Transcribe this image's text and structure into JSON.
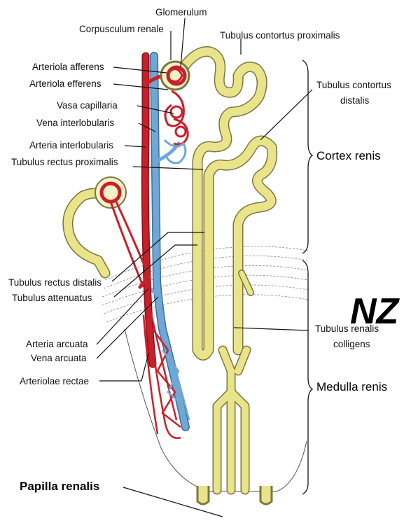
{
  "colors": {
    "artery": "#c8202b",
    "vein": "#6fa8d6",
    "tubule": "#e9e48a",
    "tubule_outline": "#7a7740",
    "zone_lines": "#777777"
  },
  "labels": {
    "glomerulum": "Glomerulum",
    "corpusculum_renale": "Corpusculum renale",
    "tubulus_contortus_proximalis": "Tubulus contortus proximalis",
    "arteriola_afferens": "Arteriola afferens",
    "arteriola_efferens": "Arteriola efferens",
    "tubulus_contortus_distalis_1": "Tubulus contortus",
    "tubulus_contortus_distalis_2": "distalis",
    "vasa_capillaria": "Vasa capillaria",
    "vena_interlobularis": "Vena interlobularis",
    "arteria_interlobularis": "Arteria interlobularis",
    "cortex_renis": "Cortex renis",
    "tubulus_rectus_proximalis": "Tubulus rectus proximalis",
    "tubulus_rectus_distalis": "Tubulus rectus distalis",
    "tubulus_attenuatus": "Tubulus attenuatus",
    "tubulus_renalis_colligens_1": "Tubulus renalis",
    "tubulus_renalis_colligens_2": "colligens",
    "arteria_arcuata": "Arteria arcuata",
    "vena_arcuata": "Vena arcuata",
    "arteriolae_rectae": "Arteriolae rectae",
    "medulla_renis": "Medulla renis",
    "papilla_renalis": "Papilla renalis",
    "watermark": "NZ"
  }
}
